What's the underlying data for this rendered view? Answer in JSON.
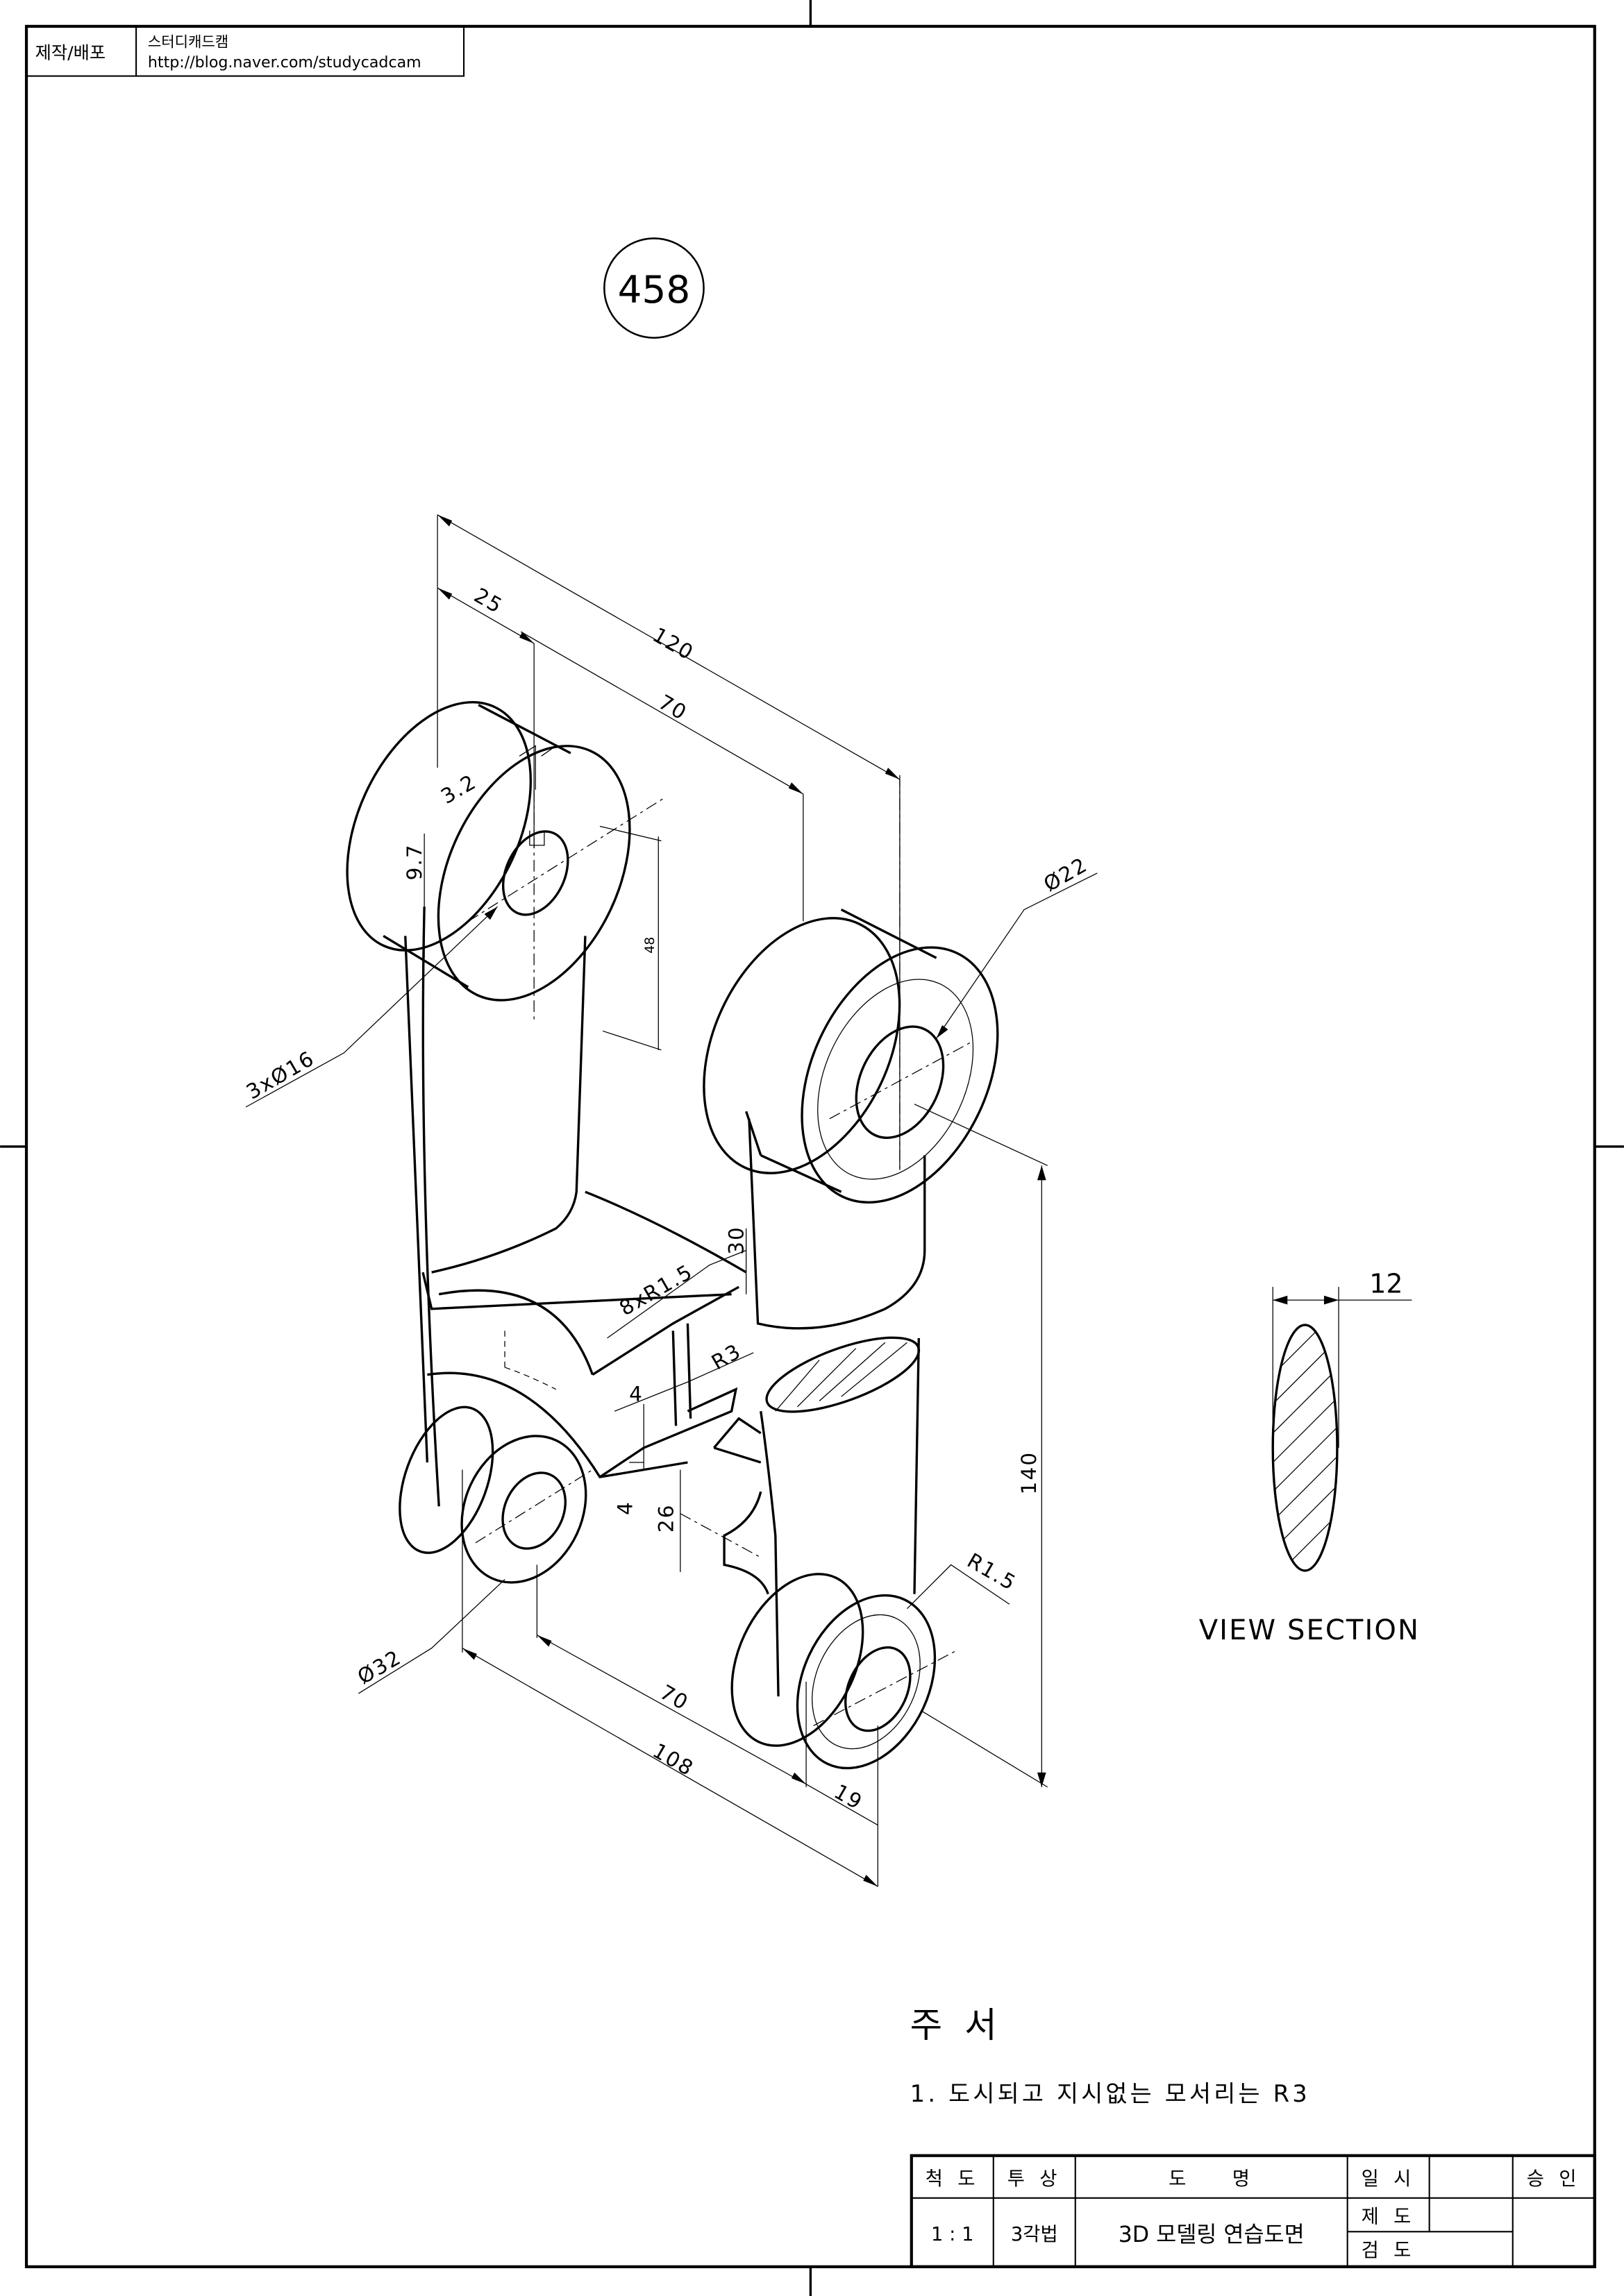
{
  "header": {
    "label": "제작/배포",
    "author": "스터디캐드캠",
    "url": "http://blog.naver.com/studycadcam"
  },
  "drawing_number": "458",
  "dimensions": {
    "d120": "120",
    "d25": "25",
    "d70_top": "70",
    "d3_2": "3.2",
    "d9_7": "9.7",
    "d48": "48",
    "holes": "3xØ16",
    "d22": "Ø22",
    "d30": "30",
    "fillets": "8xR1.5",
    "r3": "R3",
    "d4a": "4",
    "d4b": "4",
    "d26": "26",
    "d140": "140",
    "r1_5": "R1.5",
    "d32": "Ø32",
    "d70_bottom": "70",
    "d108": "108",
    "d19": "19"
  },
  "view_section": {
    "width_dim": "12",
    "label": "VIEW SECTION"
  },
  "notes": {
    "title": "주  서",
    "items": [
      "1. 도시되고 지시없는 모서리는 R3"
    ]
  },
  "title_block": {
    "scale_header": "척 도",
    "projection_header": "투 상",
    "name_header": "도    명",
    "date_header": "일 시",
    "approval_header": "승 인",
    "scale": "1 : 1",
    "projection": "3각법",
    "name": "3D 모델링 연습도면",
    "drafted": "제 도",
    "checked": "검 도"
  }
}
